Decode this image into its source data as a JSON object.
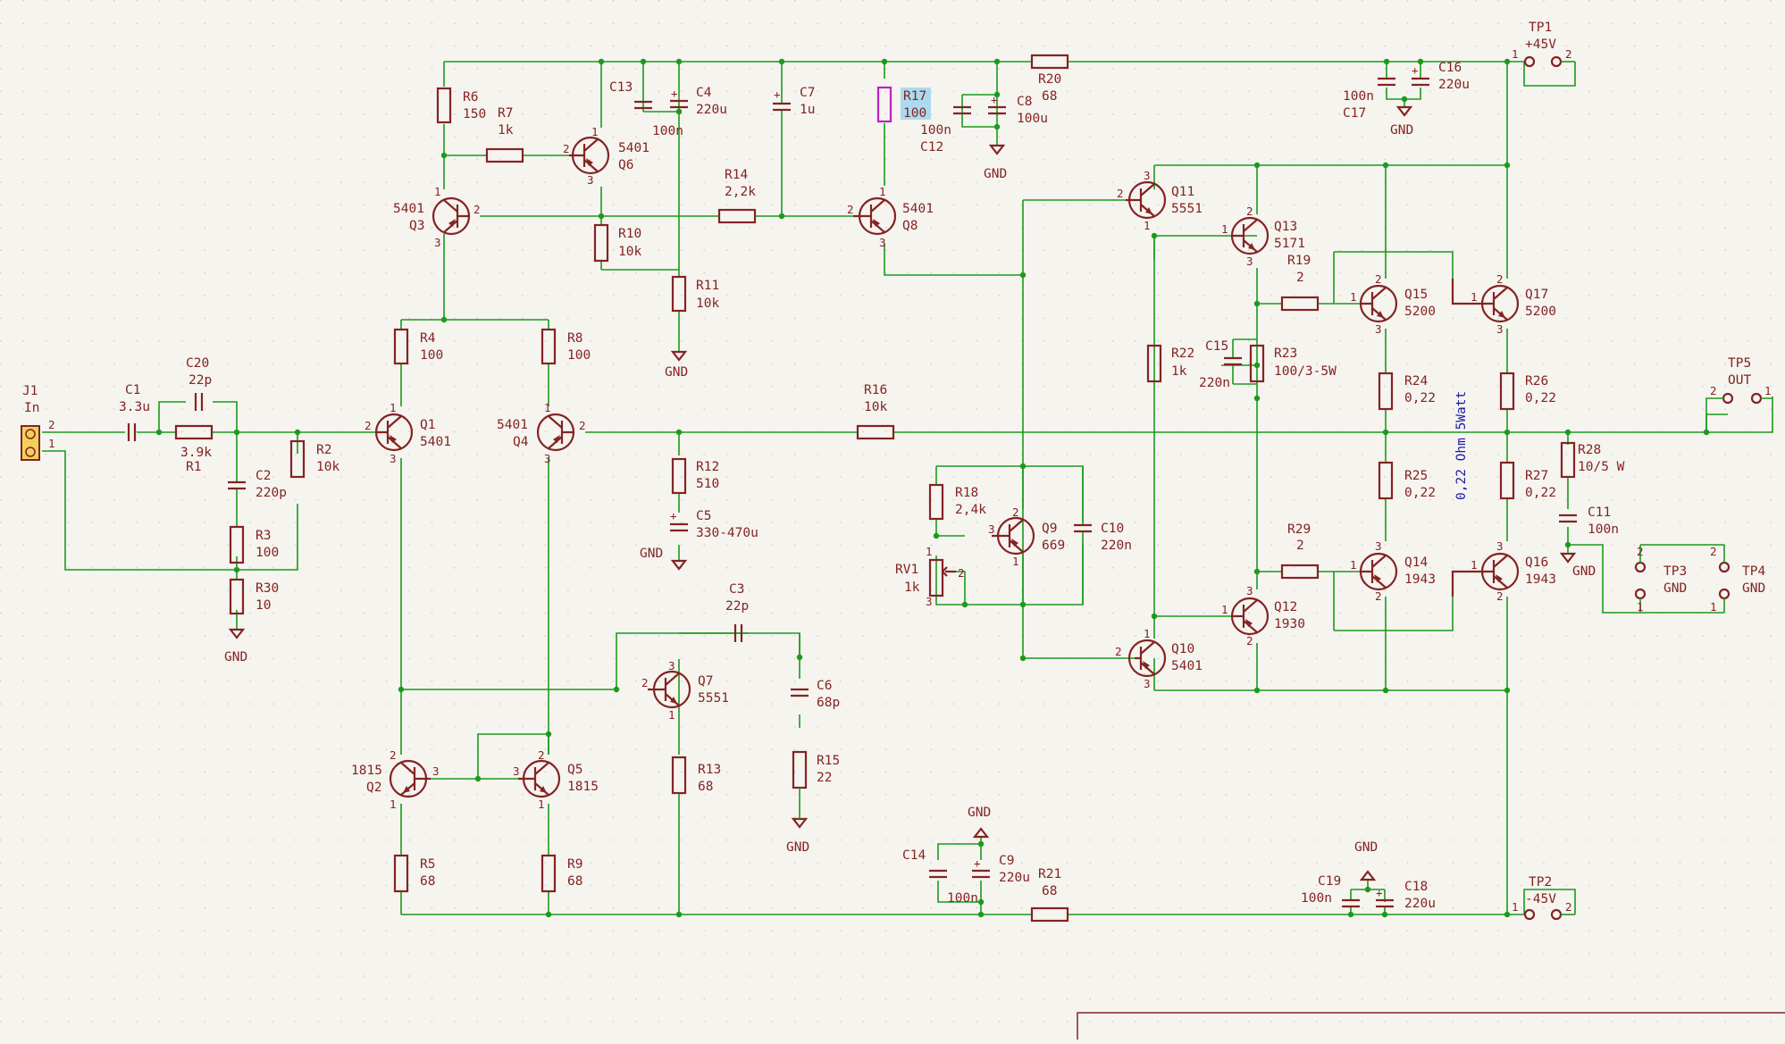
{
  "grid_dots": true,
  "colors": {
    "background": "#f5f4ef",
    "wire": "#1c9a1c",
    "component": "#842323",
    "selected": "#c020c0",
    "highlight": "#6ec6ee",
    "note": "#1a1aa0"
  },
  "rails": {
    "positive": {
      "ref": "TP1",
      "value": "+45V",
      "pin1": "1",
      "pin2": "2"
    },
    "negative": {
      "ref": "TP2",
      "value": "-45V",
      "pin1": "1",
      "pin2": "2"
    }
  },
  "connector": {
    "ref": "J1",
    "value": "In",
    "pin2": "2",
    "pin1": "1"
  },
  "test_points": [
    {
      "ref": "TP5",
      "value": "OUT",
      "pin_a": "2",
      "pin_b": "1"
    },
    {
      "ref": "TP3",
      "value": "GND",
      "pin_a": "2",
      "pin_b": "1"
    },
    {
      "ref": "TP4",
      "value": "GND",
      "pin_a": "2",
      "pin_b": "1"
    }
  ],
  "gnd_label": "GND",
  "note": "0,22 Ohm 5Watt",
  "transistors": {
    "Q1": {
      "ref": "Q1",
      "value": "5401",
      "p1": "1",
      "p2": "2",
      "p3": "3"
    },
    "Q2": {
      "ref": "Q2",
      "value": "1815",
      "p1": "1",
      "p2": "2",
      "p3": "3"
    },
    "Q3": {
      "ref": "Q3",
      "value": "5401",
      "p1": "1",
      "p2": "2",
      "p3": "3"
    },
    "Q4": {
      "ref": "Q4",
      "value": "5401",
      "p1": "1",
      "p2": "2",
      "p3": "3"
    },
    "Q5": {
      "ref": "Q5",
      "value": "1815",
      "p1": "1",
      "p2": "2",
      "p3": "3"
    },
    "Q6": {
      "ref": "Q6",
      "value": "5401",
      "p1": "1",
      "p2": "2",
      "p3": "3"
    },
    "Q7": {
      "ref": "Q7",
      "value": "5551",
      "p1": "1",
      "p2": "2",
      "p3": "3"
    },
    "Q8": {
      "ref": "Q8",
      "value": "5401",
      "p1": "1",
      "p2": "2",
      "p3": "3"
    },
    "Q9": {
      "ref": "Q9",
      "value": "669",
      "p1": "1",
      "p2": "2",
      "p3": "3"
    },
    "Q10": {
      "ref": "Q10",
      "value": "5401",
      "p1": "1",
      "p2": "2",
      "p3": "3"
    },
    "Q11": {
      "ref": "Q11",
      "value": "5551",
      "p1": "1",
      "p2": "2",
      "p3": "3"
    },
    "Q12": {
      "ref": "Q12",
      "value": "1930",
      "p1": "1",
      "p2": "2",
      "p3": "3"
    },
    "Q13": {
      "ref": "Q13",
      "value": "5171",
      "p1": "1",
      "p2": "2",
      "p3": "3"
    },
    "Q14": {
      "ref": "Q14",
      "value": "1943",
      "p1": "1",
      "p2": "2",
      "p3": "3"
    },
    "Q15": {
      "ref": "Q15",
      "value": "5200",
      "p1": "1",
      "p2": "2",
      "p3": "3"
    },
    "Q16": {
      "ref": "Q16",
      "value": "1943",
      "p1": "1",
      "p2": "2",
      "p3": "3"
    },
    "Q17": {
      "ref": "Q17",
      "value": "5200",
      "p1": "1",
      "p2": "2",
      "p3": "3"
    }
  },
  "resistors": {
    "R1": {
      "ref": "R1",
      "value": "3.9k"
    },
    "R2": {
      "ref": "R2",
      "value": "10k"
    },
    "R3": {
      "ref": "R3",
      "value": "100"
    },
    "R4": {
      "ref": "R4",
      "value": "100"
    },
    "R5": {
      "ref": "R5",
      "value": "68"
    },
    "R6": {
      "ref": "R6",
      "value": "150"
    },
    "R7": {
      "ref": "R7",
      "value": "1k"
    },
    "R8": {
      "ref": "R8",
      "value": "100"
    },
    "R9": {
      "ref": "R9",
      "value": "68"
    },
    "R10": {
      "ref": "R10",
      "value": "10k"
    },
    "R11": {
      "ref": "R11",
      "value": "10k"
    },
    "R12": {
      "ref": "R12",
      "value": "510"
    },
    "R13": {
      "ref": "R13",
      "value": "68"
    },
    "R14": {
      "ref": "R14",
      "value": "2,2k"
    },
    "R15": {
      "ref": "R15",
      "value": "22"
    },
    "R16": {
      "ref": "R16",
      "value": "10k"
    },
    "R17": {
      "ref": "R17",
      "value": "100"
    },
    "R18": {
      "ref": "R18",
      "value": "2,4k"
    },
    "R19": {
      "ref": "R19",
      "value": "2"
    },
    "R20": {
      "ref": "R20",
      "value": "68"
    },
    "R21": {
      "ref": "R21",
      "value": "68"
    },
    "R22": {
      "ref": "R22",
      "value": "1k"
    },
    "R23": {
      "ref": "R23",
      "value": "100/3-5W"
    },
    "R24": {
      "ref": "R24",
      "value": "0,22"
    },
    "R25": {
      "ref": "R25",
      "value": "0,22"
    },
    "R26": {
      "ref": "R26",
      "value": "0,22"
    },
    "R27": {
      "ref": "R27",
      "value": "0,22"
    },
    "R28": {
      "ref": "R28",
      "value": "10/5 W"
    },
    "R29": {
      "ref": "R29",
      "value": "2"
    },
    "R30": {
      "ref": "R30",
      "value": "10"
    },
    "RV1": {
      "ref": "RV1",
      "value": "1k",
      "p1": "1",
      "p2": "2",
      "p3": "3"
    }
  },
  "capacitors": {
    "C1": {
      "ref": "C1",
      "value": "3.3u"
    },
    "C2": {
      "ref": "C2",
      "value": "220p"
    },
    "C3": {
      "ref": "C3",
      "value": "22p"
    },
    "C4": {
      "ref": "C4",
      "value": "220u"
    },
    "C5": {
      "ref": "C5",
      "value": "330-470u"
    },
    "C6": {
      "ref": "C6",
      "value": "68p"
    },
    "C7": {
      "ref": "C7",
      "value": "1u"
    },
    "C8": {
      "ref": "C8",
      "value": "100u"
    },
    "C9": {
      "ref": "C9",
      "value": "220u"
    },
    "C10": {
      "ref": "C10",
      "value": "220n"
    },
    "C11": {
      "ref": "C11",
      "value": "100n"
    },
    "C12": {
      "ref": "C12",
      "value": "100n"
    },
    "C13": {
      "ref": "C13",
      "value": "100n"
    },
    "C14": {
      "ref": "C14",
      "value": "100n"
    },
    "C15": {
      "ref": "C15",
      "value": "220n"
    },
    "C16": {
      "ref": "C16",
      "value": "220u"
    },
    "C17": {
      "ref": "C17",
      "value": "100n"
    },
    "C18": {
      "ref": "C18",
      "value": "220u"
    },
    "C19": {
      "ref": "C19",
      "value": "100n"
    },
    "C20": {
      "ref": "C20",
      "value": "22p"
    }
  }
}
